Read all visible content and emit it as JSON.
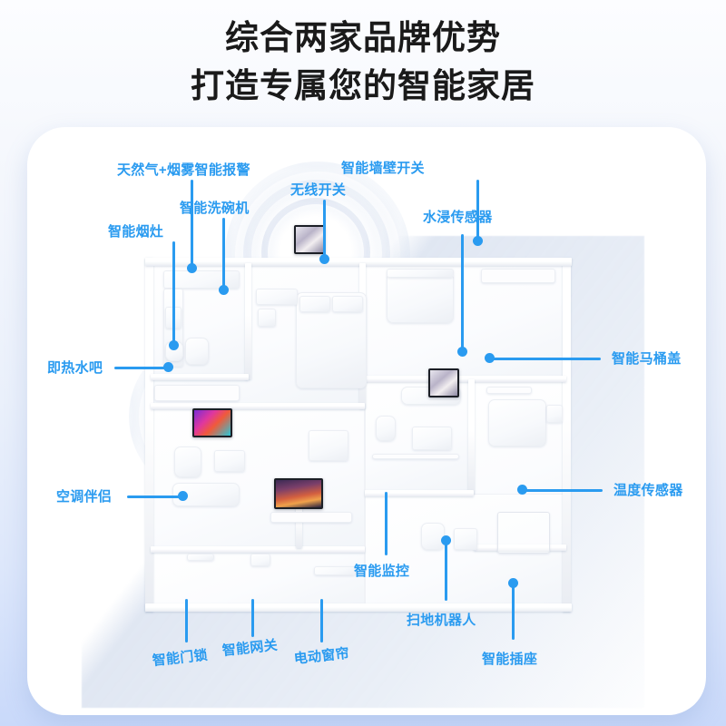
{
  "heading": {
    "line1": "综合两家品牌优势",
    "line2": "打造专属您的智能家居"
  },
  "colors": {
    "label_blue": "#2a9bf0",
    "heading_black": "#1a1a1a",
    "card_white": "#ffffff",
    "page_background_top": "#fcfdff",
    "page_background_bottom": "#c9d9fa"
  },
  "callouts": [
    {
      "id": "smart-stove",
      "label": "智能烟灶"
    },
    {
      "id": "gas-smoke-alarm",
      "label": "天然气+烟雾智能报警"
    },
    {
      "id": "smart-dishwasher",
      "label": "智能洗碗机"
    },
    {
      "id": "wireless-switch",
      "label": "无线开关"
    },
    {
      "id": "smart-wall-switch",
      "label": "智能墙壁开关"
    },
    {
      "id": "water-leak-sensor",
      "label": "水浸传感器"
    },
    {
      "id": "smart-toilet-seat",
      "label": "智能马桶盖"
    },
    {
      "id": "temperature-sensor",
      "label": "温度传感器"
    },
    {
      "id": "instant-hot-water-bar",
      "label": "即热水吧"
    },
    {
      "id": "ac-companion",
      "label": "空调伴侣"
    },
    {
      "id": "smart-door-lock",
      "label": "智能门锁"
    },
    {
      "id": "smart-gateway",
      "label": "智能网关"
    },
    {
      "id": "electric-curtain",
      "label": "电动窗帘"
    },
    {
      "id": "smart-monitoring",
      "label": "智能监控"
    },
    {
      "id": "robot-vacuum",
      "label": "扫地机器人"
    },
    {
      "id": "smart-socket",
      "label": "智能插座"
    }
  ]
}
